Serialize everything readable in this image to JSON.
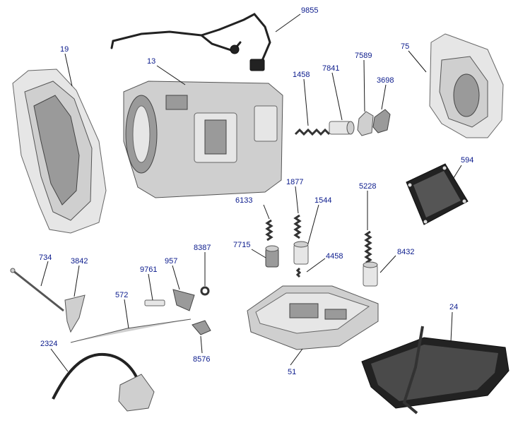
{
  "parts": [
    {
      "id": "p19",
      "label": "19"
    },
    {
      "id": "p13",
      "label": "13"
    },
    {
      "id": "p9855",
      "label": "9855"
    },
    {
      "id": "p1458",
      "label": "1458"
    },
    {
      "id": "p7841",
      "label": "7841"
    },
    {
      "id": "p7589",
      "label": "7589"
    },
    {
      "id": "p3698",
      "label": "3698"
    },
    {
      "id": "p75",
      "label": "75"
    },
    {
      "id": "p594",
      "label": "594"
    },
    {
      "id": "p1877",
      "label": "1877"
    },
    {
      "id": "p6133",
      "label": "6133"
    },
    {
      "id": "p1544",
      "label": "1544"
    },
    {
      "id": "p5228",
      "label": "5228"
    },
    {
      "id": "p7715",
      "label": "7715"
    },
    {
      "id": "p4458",
      "label": "4458"
    },
    {
      "id": "p8432",
      "label": "8432"
    },
    {
      "id": "p734",
      "label": "734"
    },
    {
      "id": "p3842",
      "label": "3842"
    },
    {
      "id": "p9761",
      "label": "9761"
    },
    {
      "id": "p957",
      "label": "957"
    },
    {
      "id": "p8387",
      "label": "8387"
    },
    {
      "id": "p572",
      "label": "572"
    },
    {
      "id": "p2324",
      "label": "2324"
    },
    {
      "id": "p8576",
      "label": "8576"
    },
    {
      "id": "p51",
      "label": "51"
    },
    {
      "id": "p24",
      "label": "24"
    }
  ],
  "colors": {
    "callout": "#0a1a8c",
    "leader": "#1a1a1a"
  }
}
